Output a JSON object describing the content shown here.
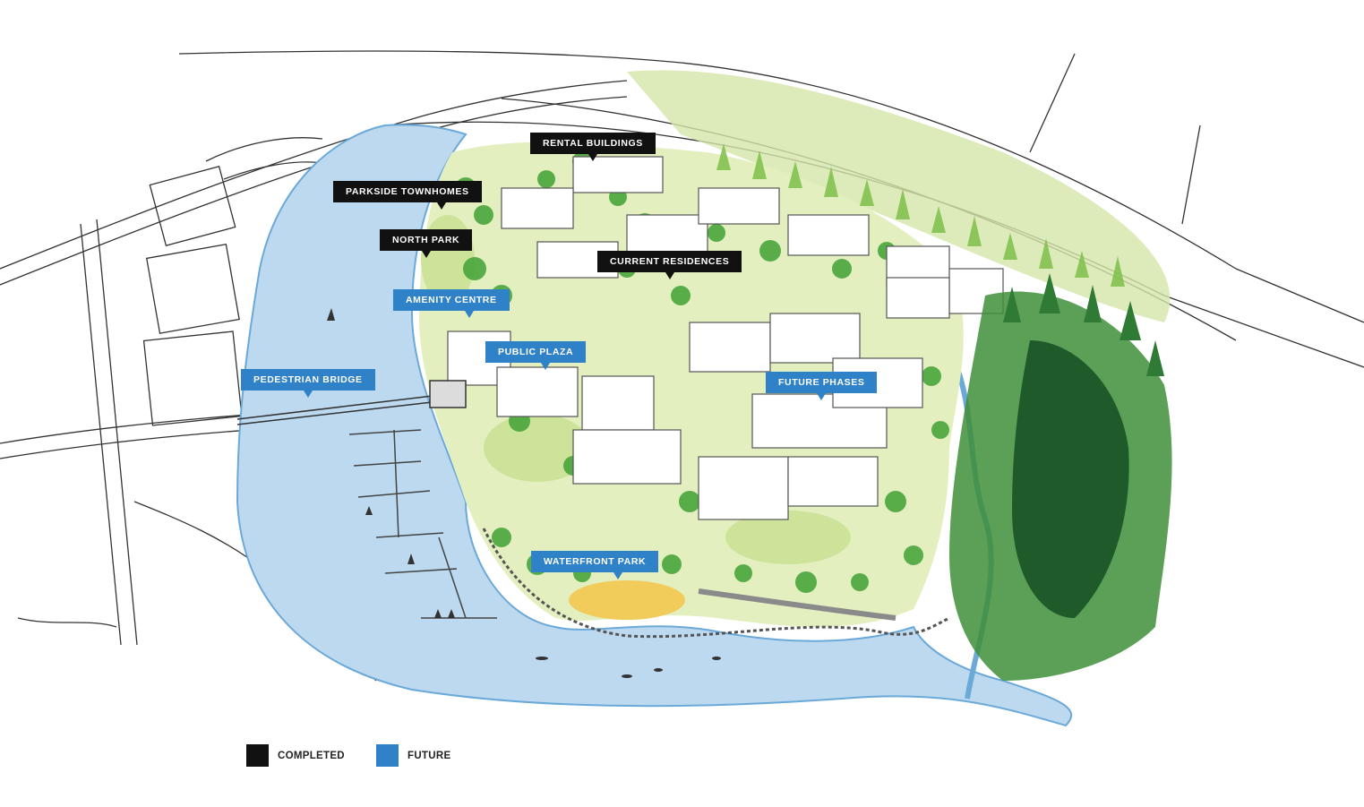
{
  "colors": {
    "completed": "#111111",
    "future": "#2f82c8",
    "water": "#bcd9ef",
    "water_edge": "#6aa9d8",
    "forest_dark": "#1f5b2a",
    "forest": "#3f8f3a",
    "tree": "#4aa63c",
    "lawn": "#cde39a",
    "ground": "#e4efc0",
    "plaza": "#f2cc5b",
    "building": "#ffffff",
    "linework": "#333333"
  },
  "map": {
    "callouts": [
      {
        "id": "rental-buildings",
        "label": "RENTAL BUILDINGS",
        "status": "completed"
      },
      {
        "id": "parkside-townhomes",
        "label": "PARKSIDE TOWNHOMES",
        "status": "completed"
      },
      {
        "id": "north-park",
        "label": "NORTH PARK",
        "status": "completed"
      },
      {
        "id": "current-residences",
        "label": "CURRENT RESIDENCES",
        "status": "completed"
      },
      {
        "id": "amenity-centre",
        "label": "AMENITY CENTRE",
        "status": "future"
      },
      {
        "id": "public-plaza",
        "label": "PUBLIC PLAZA",
        "status": "future"
      },
      {
        "id": "pedestrian-bridge",
        "label": "PEDESTRIAN BRIDGE",
        "status": "future"
      },
      {
        "id": "future-phases",
        "label": "FUTURE PHASES",
        "status": "future"
      },
      {
        "id": "waterfront-park",
        "label": "WATERFRONT PARK",
        "status": "future"
      }
    ]
  },
  "legend": {
    "items": [
      {
        "label": "COMPLETED",
        "color": "#111111"
      },
      {
        "label": "FUTURE",
        "color": "#2f82c8"
      }
    ]
  }
}
